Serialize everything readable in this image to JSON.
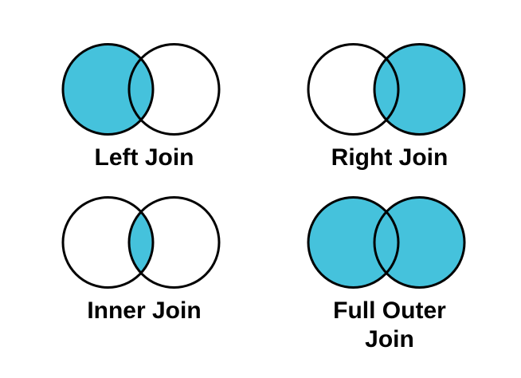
{
  "colors": {
    "fill": "#45C2DC",
    "stroke": "#000000",
    "text": "#000000",
    "background": "#FFFFFF"
  },
  "diagrams": [
    {
      "label": "Left Join",
      "shaded_region": "left circle including overlap"
    },
    {
      "label": "Right Join",
      "shaded_region": "right circle including overlap"
    },
    {
      "label": "Inner Join",
      "shaded_region": "intersection only"
    },
    {
      "label": "Full Outer Join",
      "label_lines": [
        "Full Outer",
        "Join"
      ],
      "shaded_region": "both circles"
    }
  ]
}
